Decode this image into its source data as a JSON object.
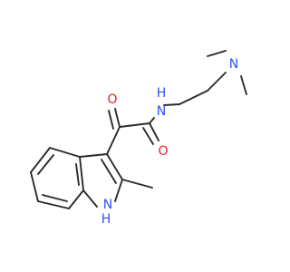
{
  "molecule": {
    "atoms": [
      {
        "id": "N_amine",
        "symbol": "N",
        "color": "#3050f0"
      },
      {
        "id": "N_amide",
        "symbol": "N",
        "label": "H",
        "color": "#3050f0"
      },
      {
        "id": "O_keto",
        "symbol": "O",
        "color": "#e8202a"
      },
      {
        "id": "O_amide",
        "symbol": "O",
        "color": "#e8202a"
      },
      {
        "id": "N_indole",
        "symbol": "N",
        "label": "H",
        "color": "#3050f0"
      }
    ],
    "colors": {
      "bond": "#2b2b2b",
      "nitrogen": "#3050f0",
      "oxygen": "#e8202a",
      "background": "#ffffff"
    }
  }
}
